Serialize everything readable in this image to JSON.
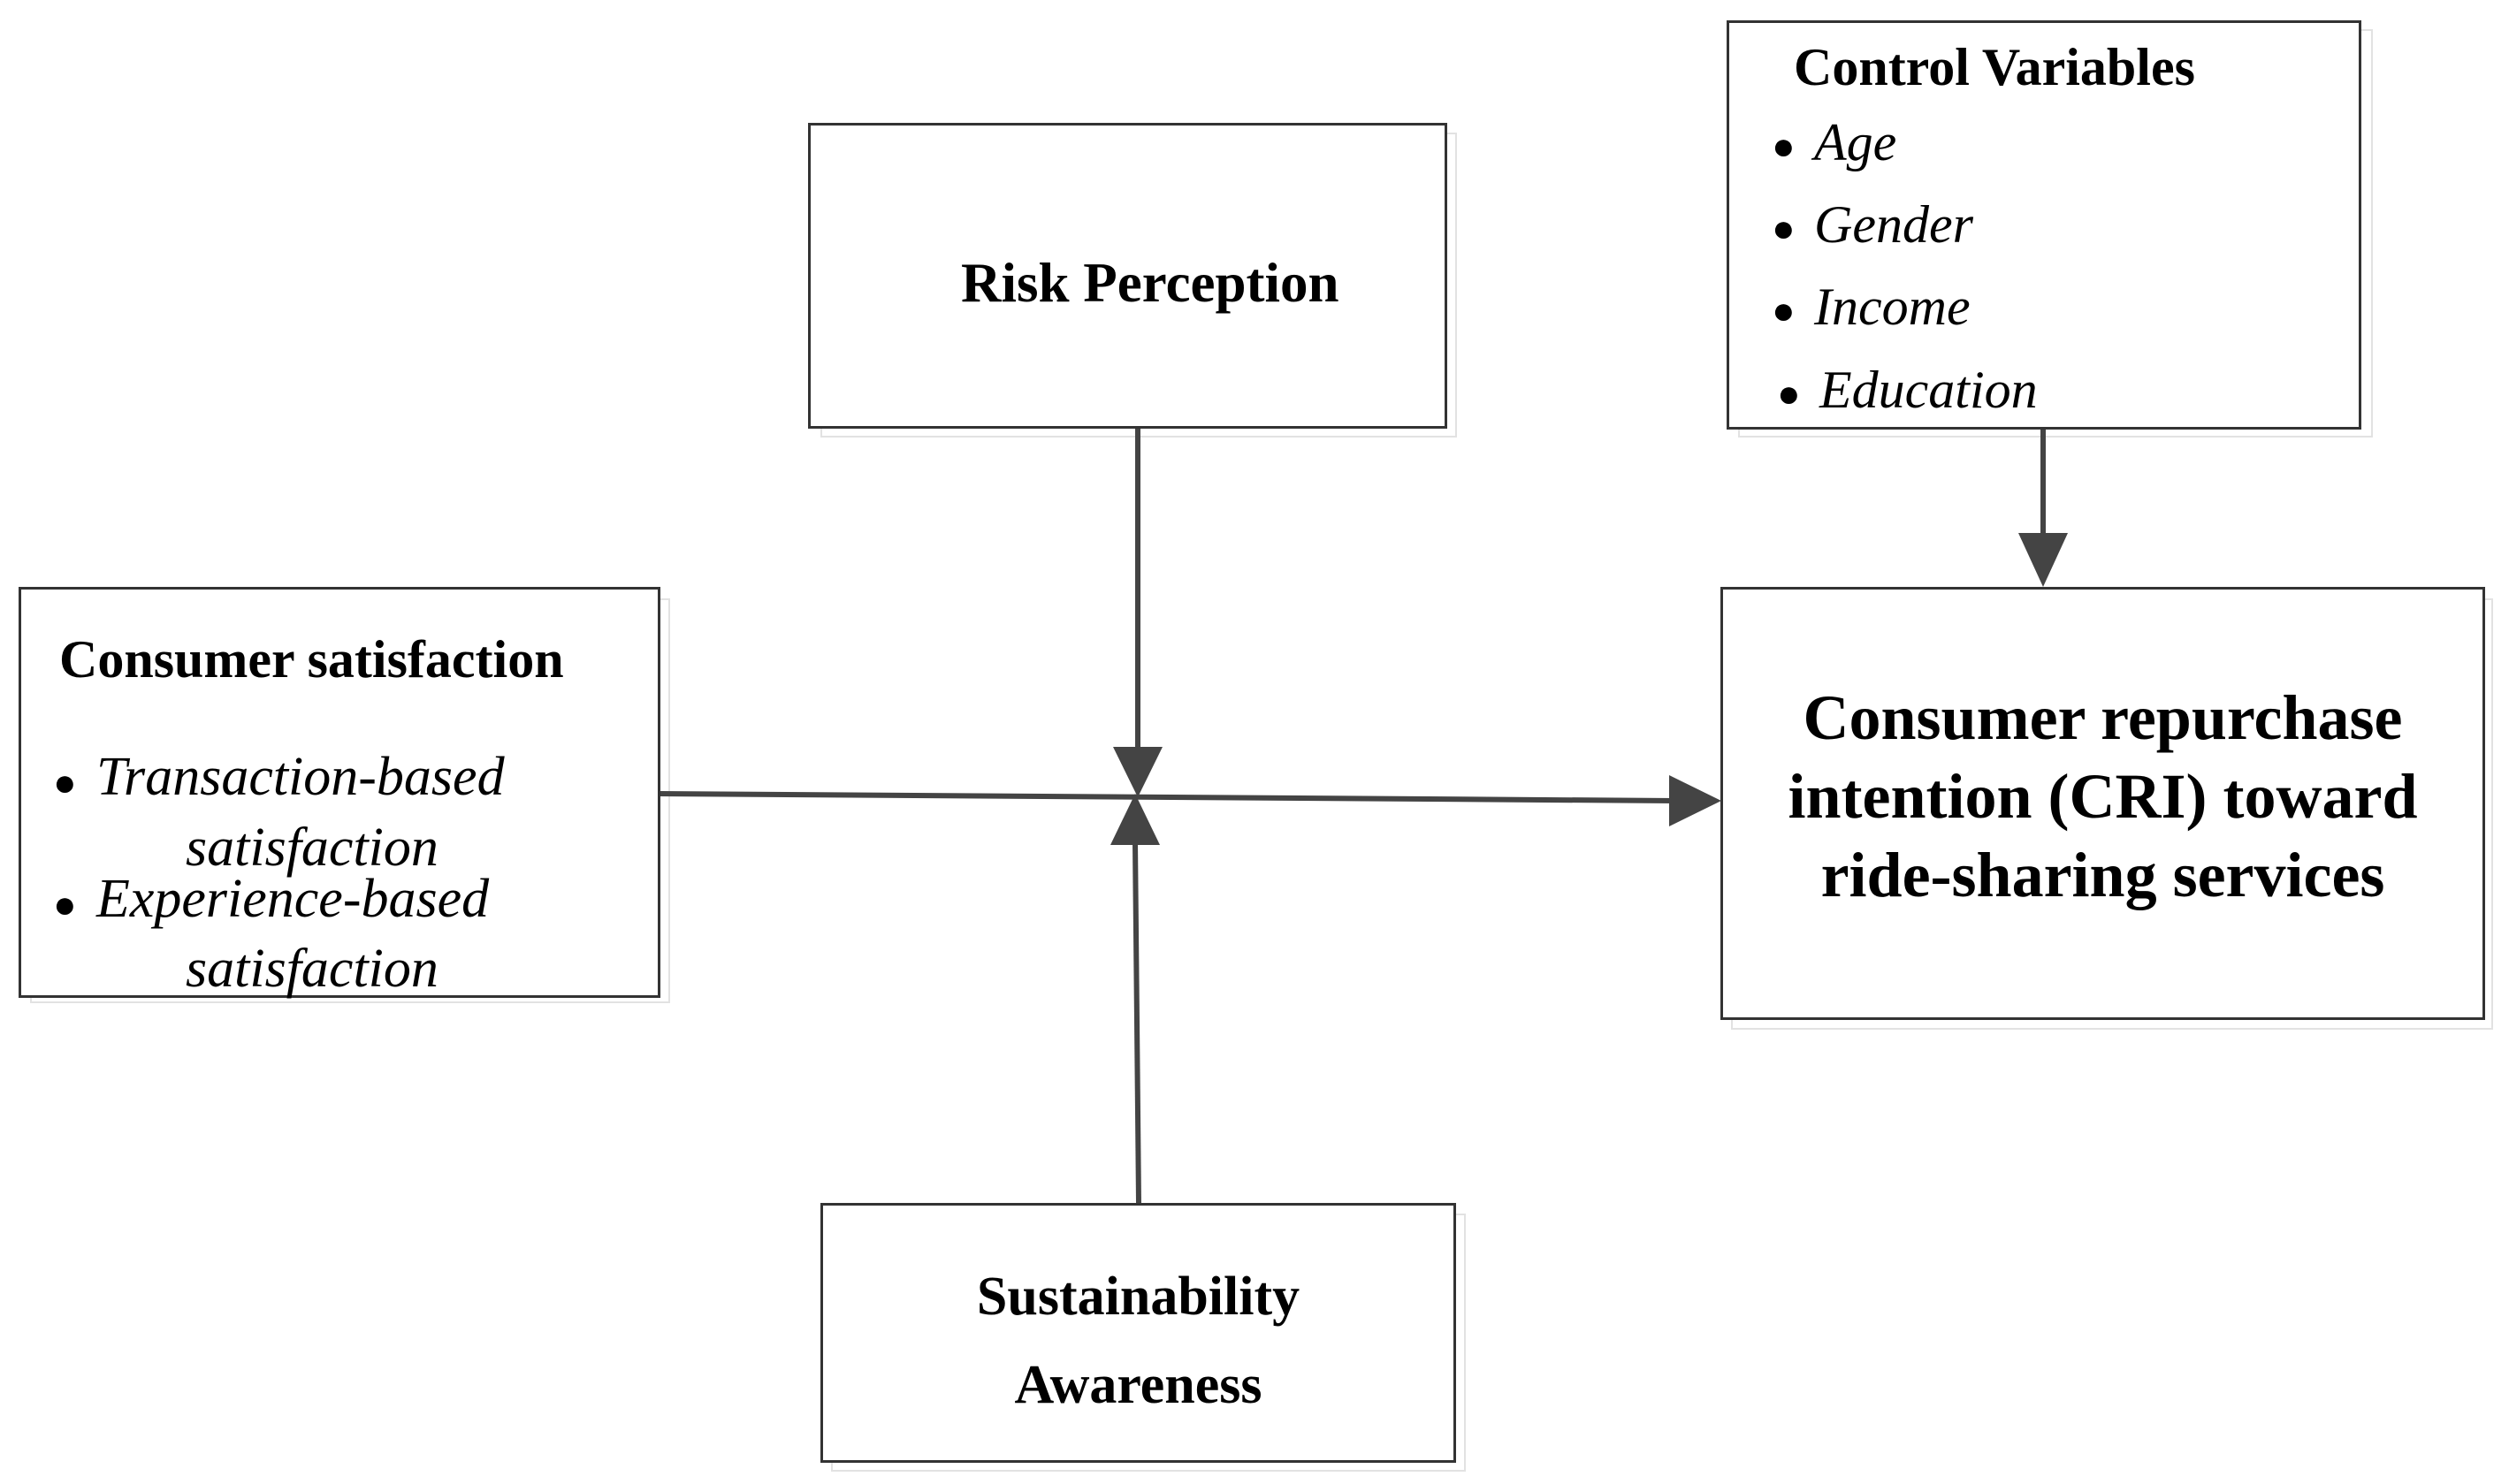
{
  "boxes": {
    "risk_perception": {
      "title": "Risk Perception"
    },
    "control_variables": {
      "title": "Control Variables",
      "items": [
        "Age",
        "Gender",
        "Income",
        "Education"
      ]
    },
    "consumer_satisfaction": {
      "title": "Consumer satisfaction",
      "items": [
        {
          "line1": "Transaction-based",
          "line2": "satisfaction"
        },
        {
          "line1": "Experience-based",
          "line2": "satisfaction"
        }
      ]
    },
    "cri": {
      "lines": [
        "Consumer repurchase",
        "intention (CRI) toward",
        "ride-sharing services"
      ]
    },
    "sustainability": {
      "lines": [
        "Sustainability",
        "Awareness"
      ]
    }
  },
  "colors": {
    "border": "#333333",
    "arrow": "#444444",
    "shadow": "#e2e2e2"
  }
}
